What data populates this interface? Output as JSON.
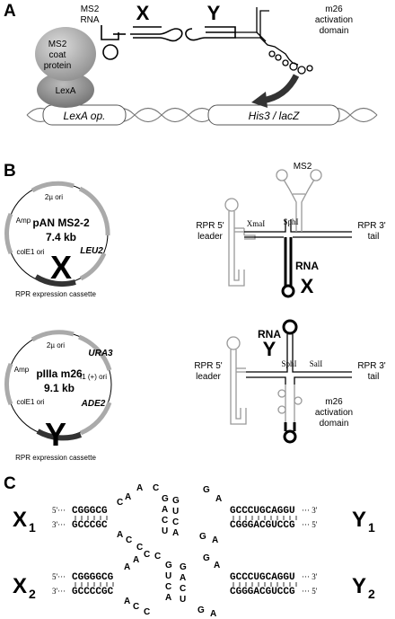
{
  "panelA": {
    "label": "A",
    "ms2_rna": [
      "MS2",
      "RNA"
    ],
    "coat_protein": [
      "MS2",
      "coat",
      "protein"
    ],
    "lexa": "LexA",
    "x": "X",
    "y": "Y",
    "activation": [
      "m26",
      "activation",
      "domain"
    ],
    "lexa_op": "LexA op.",
    "reporter": "His3 / lacZ"
  },
  "panelB": {
    "label": "B",
    "plasmid1": {
      "name": "pAN MS2-2",
      "size": "7.4 kb",
      "ori": "2µ ori",
      "amp": "Amp",
      "colE1": "colE1 ori",
      "marker": "LEU2",
      "insert": "X",
      "cassette": "RPR expression cassette"
    },
    "plasmid2": {
      "name": "pIIIa m26",
      "size": "9.1 kb",
      "ori": "2µ ori",
      "f1": "f1 (+) ori",
      "amp": "Amp",
      "colE1": "colE1 ori",
      "marker1": "URA3",
      "marker2": "ADE2",
      "insert": "Y",
      "cassette": "RPR expression cassette"
    },
    "rna1": {
      "ms2": "MS2",
      "leader": [
        "RPR 5'",
        "leader"
      ],
      "tail": [
        "RPR 3'",
        "tail"
      ],
      "site1": "XmaI",
      "site2": "SphI",
      "rna": "RNA",
      "x": "X"
    },
    "rna2": {
      "rna": "RNA",
      "y": "Y",
      "leader": [
        "RPR 5'",
        "leader"
      ],
      "tail": [
        "RPR 3'",
        "tail"
      ],
      "site1": "SphI",
      "site2": "SalI",
      "activation": [
        "m26",
        "activation",
        "domain"
      ]
    }
  },
  "panelC": {
    "label": "C",
    "pair1": {
      "left_label": "X",
      "left_sub": "1",
      "right_label": "Y",
      "right_sub": "1",
      "x_top_prefix": "5'···",
      "x_top": "CGGGCG",
      "x_bot_prefix": "3'···",
      "x_bot": "GCCCGC",
      "y_top": "GCCCUGCAGGU",
      "y_top_suffix": "··· 3'",
      "y_bot": "CGGGACGUCCG",
      "y_bot_suffix": "··· 5'",
      "loop_x_top": [
        "A",
        "C",
        "C",
        "A"
      ],
      "loop_x_bot": [
        "A",
        "C",
        "C"
      ],
      "loop_mid1": [
        "G",
        "A",
        "C",
        "U"
      ],
      "loop_mid2": [
        "G",
        "U",
        "C",
        "A"
      ],
      "loop_y_top": [
        "G",
        "A"
      ],
      "loop_y_bot": [
        "G",
        "A"
      ]
    },
    "pair2": {
      "left_label": "X",
      "left_sub": "2",
      "right_label": "Y",
      "right_sub": "2",
      "x_top_prefix": "5'···",
      "x_top": "CGGGGCG",
      "x_bot_prefix": "3'···",
      "x_bot": "GCCCCGC",
      "y_top": "GCCCUGCAGGU",
      "y_top_suffix": "··· 3'",
      "y_bot": "CGGGACGUCCG",
      "y_bot_suffix": "··· 5'",
      "loop_x_top": [
        "A",
        "A",
        "C",
        "C"
      ],
      "loop_x_bot": [
        "A",
        "C",
        "C"
      ],
      "loop_mid1": [
        "G",
        "U",
        "C",
        "A"
      ],
      "loop_mid2": [
        "G",
        "A",
        "C",
        "U"
      ],
      "loop_y_top": [
        "G",
        "A"
      ],
      "loop_y_bot": [
        "G",
        "A"
      ]
    }
  }
}
